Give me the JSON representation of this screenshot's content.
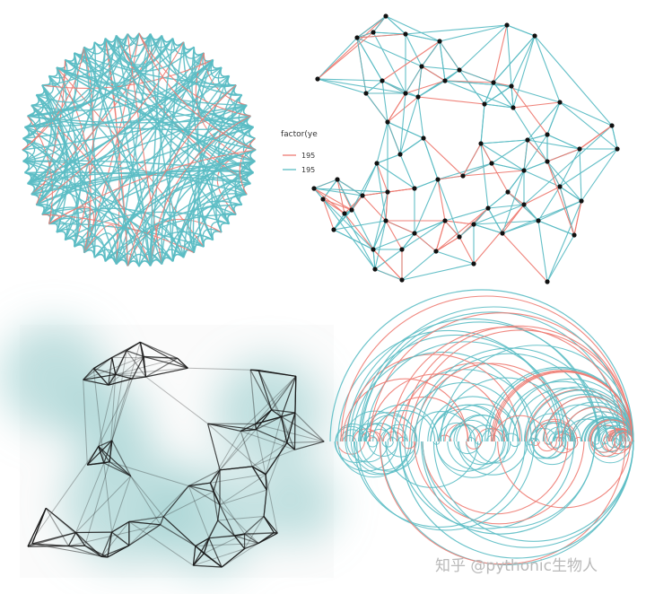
{
  "legend": {
    "title": "factor(ye",
    "items": [
      {
        "label": "195",
        "color": "#ee7b72"
      },
      {
        "label": "195",
        "color": "#5bbcc4"
      }
    ]
  },
  "colors": {
    "red": "#ee7b72",
    "teal": "#5bbcc4",
    "dark": "#1a1a1a",
    "node": "#111111",
    "glow": "#8ec9c9"
  },
  "watermark": "知乎 @pythonic生物人"
}
